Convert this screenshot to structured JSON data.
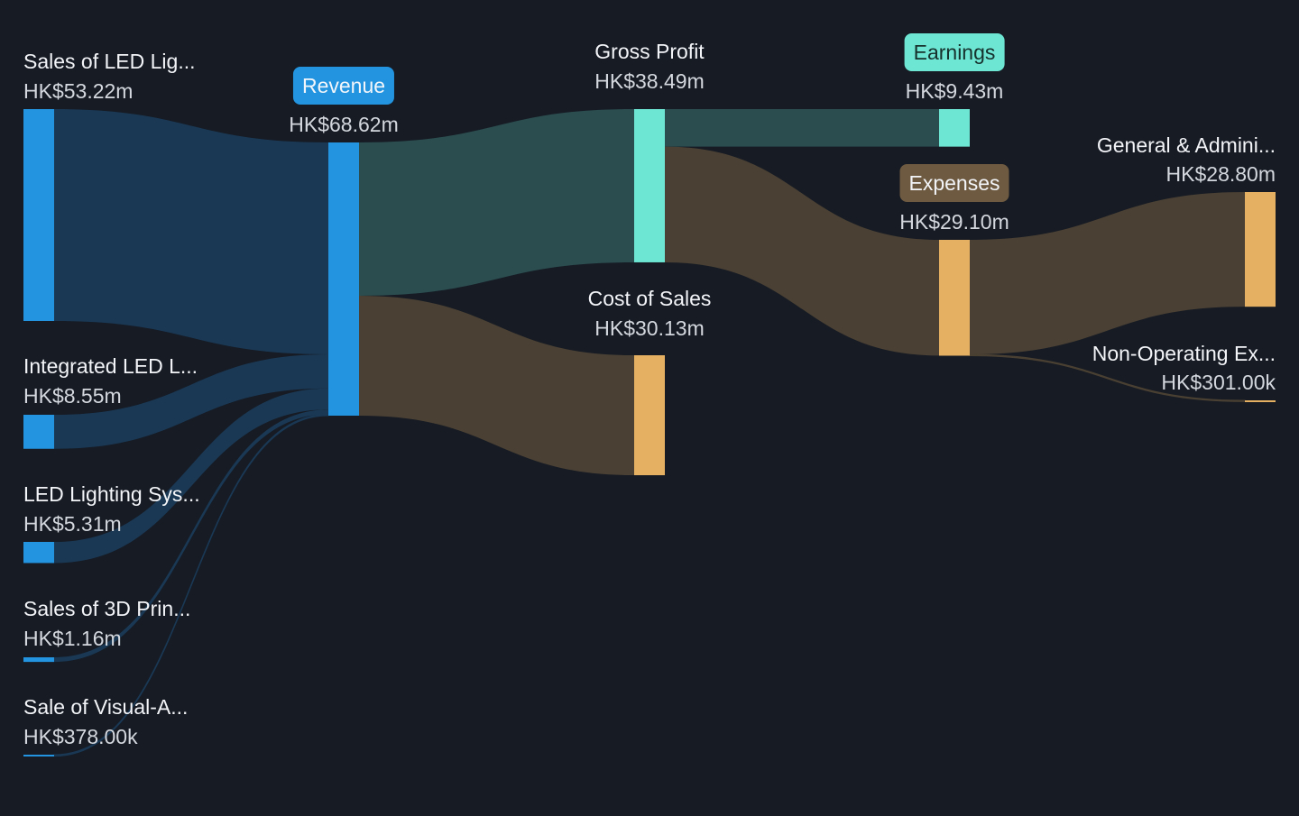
{
  "chart_data": {
    "type": "sankey",
    "currency": "HK$",
    "nodes": [
      {
        "id": "s1",
        "name": "Sales of LED Lig...",
        "value_label": "HK$53.22m",
        "value": 53.22,
        "kind": "source"
      },
      {
        "id": "s2",
        "name": "Integrated LED L...",
        "value_label": "HK$8.55m",
        "value": 8.55,
        "kind": "source"
      },
      {
        "id": "s3",
        "name": "LED Lighting Sys...",
        "value_label": "HK$5.31m",
        "value": 5.31,
        "kind": "source"
      },
      {
        "id": "s4",
        "name": "Sales of 3D Prin...",
        "value_label": "HK$1.16m",
        "value": 1.16,
        "kind": "source"
      },
      {
        "id": "s5",
        "name": "Sale of Visual-A...",
        "value_label": "HK$378.00k",
        "value": 0.378,
        "kind": "source"
      },
      {
        "id": "rev",
        "name": "Revenue",
        "value_label": "HK$68.62m",
        "value": 68.62,
        "kind": "revenue"
      },
      {
        "id": "gp",
        "name": "Gross Profit",
        "value_label": "HK$38.49m",
        "value": 38.49,
        "kind": "profit"
      },
      {
        "id": "cos",
        "name": "Cost of Sales",
        "value_label": "HK$30.13m",
        "value": 30.13,
        "kind": "cost"
      },
      {
        "id": "earn",
        "name": "Earnings",
        "value_label": "HK$9.43m",
        "value": 9.43,
        "kind": "profit"
      },
      {
        "id": "exp",
        "name": "Expenses",
        "value_label": "HK$29.10m",
        "value": 29.1,
        "kind": "cost"
      },
      {
        "id": "ga",
        "name": "General & Admini...",
        "value_label": "HK$28.80m",
        "value": 28.8,
        "kind": "cost"
      },
      {
        "id": "nonop",
        "name": "Non-Operating Ex...",
        "value_label": "HK$301.00k",
        "value": 0.301,
        "kind": "cost"
      }
    ],
    "links": [
      {
        "source": "s1",
        "target": "rev",
        "value": 53.22
      },
      {
        "source": "s2",
        "target": "rev",
        "value": 8.55
      },
      {
        "source": "s3",
        "target": "rev",
        "value": 5.31
      },
      {
        "source": "s4",
        "target": "rev",
        "value": 1.16
      },
      {
        "source": "s5",
        "target": "rev",
        "value": 0.378
      },
      {
        "source": "rev",
        "target": "gp",
        "value": 38.49
      },
      {
        "source": "rev",
        "target": "cos",
        "value": 30.13
      },
      {
        "source": "gp",
        "target": "earn",
        "value": 9.43
      },
      {
        "source": "gp",
        "target": "exp",
        "value": 29.06
      },
      {
        "source": "exp",
        "target": "ga",
        "value": 28.8
      },
      {
        "source": "exp",
        "target": "nonop",
        "value": 0.301
      }
    ],
    "colors": {
      "revenue": "#2394df",
      "revenue_link": "#1a3854",
      "profit": "#6ee6d4",
      "profit_link": "#2b4d4f",
      "cost": "#e6b062",
      "cost_link": "#4a4033",
      "expenses_badge": "#6e5a40",
      "background": "#161b24"
    }
  }
}
